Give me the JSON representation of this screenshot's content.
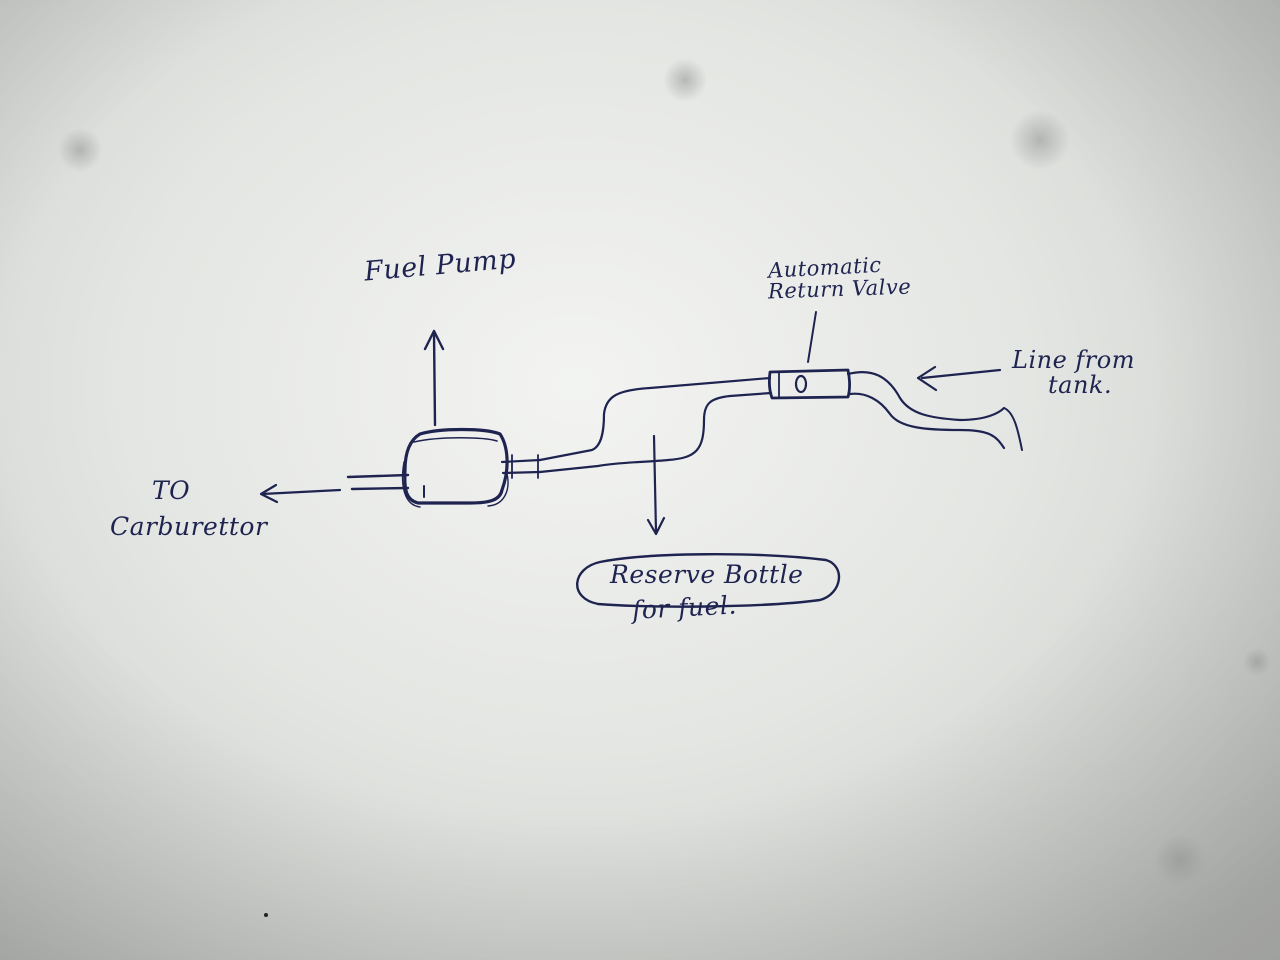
{
  "labels": {
    "fuel_pump": "Fuel Pump",
    "valve_line1": "Automatic",
    "valve_line2": "Return Valve",
    "tank_line1": "Line from",
    "tank_line2": "tank.",
    "carb_line1": "TO",
    "carb_line2": "Carburettor",
    "reserve_line1": "Reserve Bottle",
    "reserve_line2": "for fuel."
  },
  "colors": {
    "ink": "#1e2350",
    "paper": "#e4e6e3"
  }
}
